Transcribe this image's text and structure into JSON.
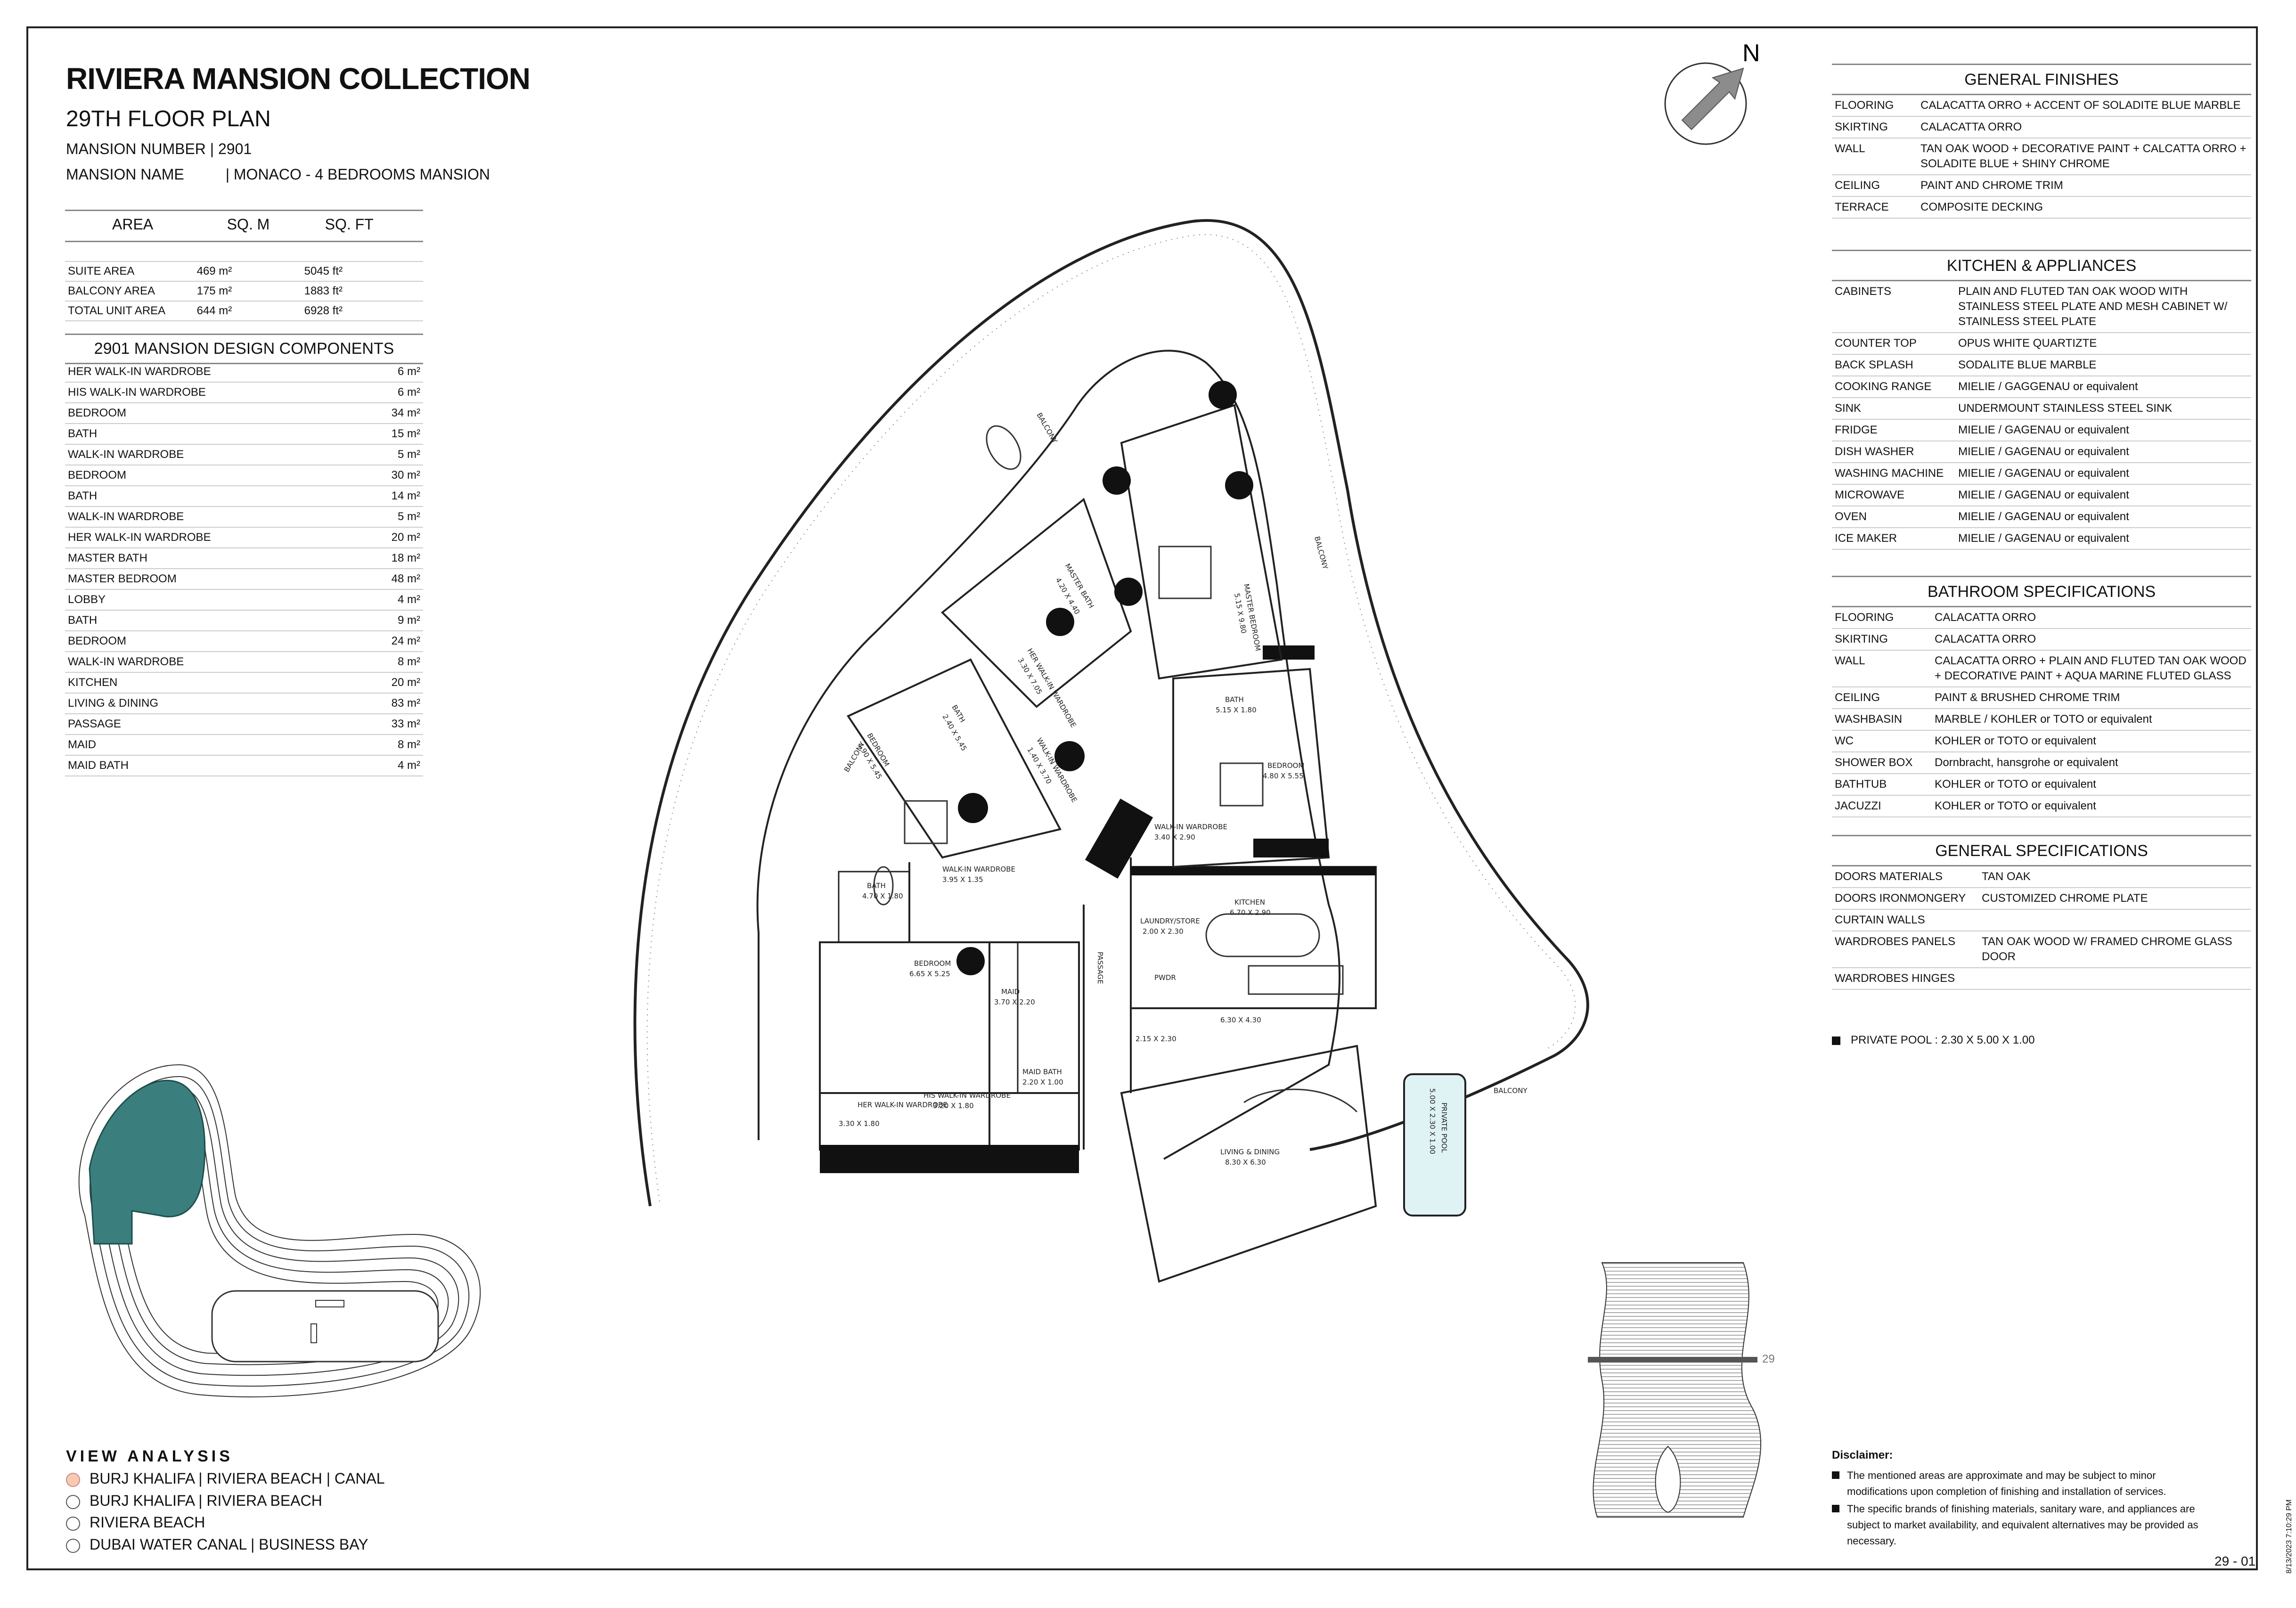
{
  "header": {
    "title": "RIVIERA MANSION COLLECTION",
    "floor": "29TH FLOOR PLAN",
    "mansion_number": "MANSION NUMBER | 2901",
    "mansion_name_label": "MANSION NAME",
    "mansion_name_value": "| MONACO - 4 BEDROOMS MANSION"
  },
  "area_table": {
    "headers": [
      "AREA",
      "SQ. M",
      "SQ. FT"
    ],
    "rows": [
      [
        "SUITE AREA",
        "469 m²",
        "5045 ft²"
      ],
      [
        "BALCONY AREA",
        "175 m²",
        "1883 ft²"
      ],
      [
        "TOTAL UNIT AREA",
        "644 m²",
        "6928 ft²"
      ]
    ]
  },
  "components": {
    "title": "2901 MANSION DESIGN COMPONENTS",
    "rows": [
      [
        "HER WALK-IN WARDROBE",
        "6 m²"
      ],
      [
        "HIS WALK-IN WARDROBE",
        "6 m²"
      ],
      [
        "BEDROOM",
        "34 m²"
      ],
      [
        "BATH",
        "15 m²"
      ],
      [
        "WALK-IN WARDROBE",
        "5 m²"
      ],
      [
        "BEDROOM",
        "30 m²"
      ],
      [
        "BATH",
        "14 m²"
      ],
      [
        "WALK-IN WARDROBE",
        "5 m²"
      ],
      [
        "HER WALK-IN WARDROBE",
        "20 m²"
      ],
      [
        "MASTER BATH",
        "18 m²"
      ],
      [
        "MASTER BEDROOM",
        "48 m²"
      ],
      [
        "LOBBY",
        "4 m²"
      ],
      [
        "BATH",
        "9 m²"
      ],
      [
        "BEDROOM",
        "24 m²"
      ],
      [
        "WALK-IN WARDROBE",
        "8 m²"
      ],
      [
        "KITCHEN",
        "20 m²"
      ],
      [
        "LIVING & DINING",
        "83 m²"
      ],
      [
        "PASSAGE",
        "33 m²"
      ],
      [
        "MAID",
        "8 m²"
      ],
      [
        "MAID BATH",
        "4 m²"
      ]
    ]
  },
  "general_finishes": {
    "title": "GENERAL FINISHES",
    "rows": [
      [
        "FLOORING",
        "CALACATTA ORRO + ACCENT OF SOLADITE BLUE MARBLE"
      ],
      [
        "SKIRTING",
        "CALACATTA ORRO"
      ],
      [
        "WALL",
        "TAN OAK WOOD + DECORATIVE PAINT + CALCATTA ORRO + SOLADITE BLUE + SHINY CHROME"
      ],
      [
        "CEILING",
        "PAINT AND CHROME TRIM"
      ],
      [
        "TERRACE",
        "COMPOSITE DECKING"
      ]
    ]
  },
  "kitchen": {
    "title": "KITCHEN & APPLIANCES",
    "rows": [
      [
        "CABINETS",
        "PLAIN AND FLUTED TAN OAK WOOD WITH STAINLESS STEEL PLATE AND MESH CABINET W/ STAINLESS STEEL PLATE"
      ],
      [
        "COUNTER TOP",
        "OPUS WHITE QUARTIZTE"
      ],
      [
        "BACK SPLASH",
        "SODALITE BLUE MARBLE"
      ],
      [
        "COOKING RANGE",
        "MIELIE / GAGGENAU or equivalent"
      ],
      [
        "SINK",
        "UNDERMOUNT STAINLESS STEEL SINK"
      ],
      [
        "FRIDGE",
        "MIELIE / GAGENAU or equivalent"
      ],
      [
        "DISH WASHER",
        "MIELIE / GAGENAU or equivalent"
      ],
      [
        "WASHING MACHINE",
        "MIELIE / GAGENAU or equivalent"
      ],
      [
        "MICROWAVE",
        "MIELIE / GAGENAU or equivalent"
      ],
      [
        "OVEN",
        "MIELIE / GAGENAU or equivalent"
      ],
      [
        "ICE MAKER",
        "MIELIE / GAGENAU or equivalent"
      ]
    ]
  },
  "bathroom": {
    "title": "BATHROOM SPECIFICATIONS",
    "rows": [
      [
        "FLOORING",
        "CALACATTA ORRO"
      ],
      [
        "SKIRTING",
        "CALACATTA ORRO"
      ],
      [
        "WALL",
        "CALACATTA ORRO + PLAIN AND FLUTED TAN OAK WOOD + DECORATIVE PAINT + AQUA MARINE FLUTED GLASS"
      ],
      [
        "CEILING",
        "PAINT & BRUSHED CHROME TRIM"
      ],
      [
        "WASHBASIN",
        "MARBLE / KOHLER or TOTO or equivalent"
      ],
      [
        "WC",
        "KOHLER or TOTO or equivalent"
      ],
      [
        "SHOWER BOX",
        "Dornbracht, hansgrohe or equivalent"
      ],
      [
        "BATHTUB",
        "KOHLER or TOTO or equivalent"
      ],
      [
        "JACUZZI",
        "KOHLER or TOTO or equivalent"
      ]
    ]
  },
  "general_specs": {
    "title": "GENERAL SPECIFICATIONS",
    "rows": [
      [
        "DOORS MATERIALS",
        "TAN OAK"
      ],
      [
        "DOORS IRONMONGERY",
        "CUSTOMIZED CHROME PLATE"
      ],
      [
        "CURTAIN WALLS",
        ""
      ],
      [
        "WARDROBES PANELS",
        "TAN OAK WOOD W/ FRAMED CHROME GLASS DOOR"
      ],
      [
        "WARDROBES HINGES",
        ""
      ]
    ]
  },
  "pool_note": "PRIVATE POOL :  2.30 X 5.00 X 1.00",
  "compass_label": "N",
  "floor_plan_labels": {
    "balcony_left": "BALCONY",
    "balcony_top": "BALCONY",
    "balcony_right": "BALCONY",
    "balcony_bottom_right": "BALCONY",
    "master_bath": "MASTER BATH",
    "master_bath_dim": "4.20 X 4.40",
    "master_bedroom": "MASTER BEDROOM",
    "master_bedroom_dim": "5.15 X 9.80",
    "her_walkin": "HER WALK-IN WARDROBE",
    "her_walkin_dim": "3.30 X 7.05",
    "bath_a": "BATH",
    "bath_a_dim": "2.40 X 5.45",
    "walkin_a": "WALK-IN WARDROBE",
    "walkin_a_dim": "1.40 X 3.70",
    "bath_b": "BATH",
    "bath_b_dim": "5.15 X 1.80",
    "bedroom_a": "BEDROOM",
    "bedroom_a_dim": "4.90 X 5.45",
    "bedroom_b": "BEDROOM",
    "bedroom_b_dim": "4.80 X 5.55",
    "walkin_b": "WALK-IN WARDROBE",
    "walkin_b_dim": "3.40 X 2.90",
    "bath_c": "BATH",
    "bath_c_dim": "4.70 X 1.80",
    "walkin_c": "WALK-IN WARDROBE",
    "walkin_c_dim": "3.95 X 1.35",
    "kitchen": "KITCHEN",
    "kitchen_dim": "6.70 X 2.90",
    "laundry": "LAUNDRY/STORE",
    "laundry_dim": "2.00 X 2.30",
    "pwdr": "PWDR",
    "dining_dim": "6.30 X 4.30",
    "bedroom_c": "BEDROOM",
    "bedroom_c_dim": "6.65 X 5.25",
    "maid": "MAID",
    "maid_dim": "3.70 X 2.20",
    "maid_bath": "MAID BATH",
    "maid_bath_dim": "2.20 X 1.00",
    "passage": "PASSAGE",
    "lobby_dim": "2.15 X 2.30",
    "her_walkin_b": "HER WALK-IN WARDROBE",
    "her_walkin_b_dim": "3.30 X 1.80",
    "his_walkin": "HIS WALK-IN WARDROBE",
    "his_walkin_dim": "3.20 X 1.80",
    "living": "LIVING & DINING",
    "living_dim": "8.30 X 6.30",
    "private_pool": "PRIVATE POOL",
    "private_pool_dim": "5.00 X 2.30 X 1.00"
  },
  "building_marker": "29",
  "view_analysis": {
    "title": "VIEW ANALYSIS",
    "items": [
      {
        "label": "BURJ KHALIFA | RIVIERA BEACH | CANAL",
        "selected": true
      },
      {
        "label": "BURJ KHALIFA | RIVIERA BEACH",
        "selected": false
      },
      {
        "label": "RIVIERA BEACH",
        "selected": false
      },
      {
        "label": "DUBAI WATER CANAL | BUSINESS BAY",
        "selected": false
      }
    ]
  },
  "disclaimer": {
    "title": "Disclaimer:",
    "items": [
      "The mentioned areas are approximate and may be subject to minor modifications  upon completion of finishing and installation of services.",
      "The specific brands of finishing materials, sanitary ware, and appliances are subject to market availability, and equivalent alternatives may be provided as necessary."
    ]
  },
  "page_number": "29 - 01",
  "print_stamp": "8/13/2023 7:10:29 PM",
  "colors": {
    "keyplan_highlight": "#3a7f7d",
    "pool_fill": "#dff3f5",
    "selected_dot": "#f7c9b0"
  }
}
